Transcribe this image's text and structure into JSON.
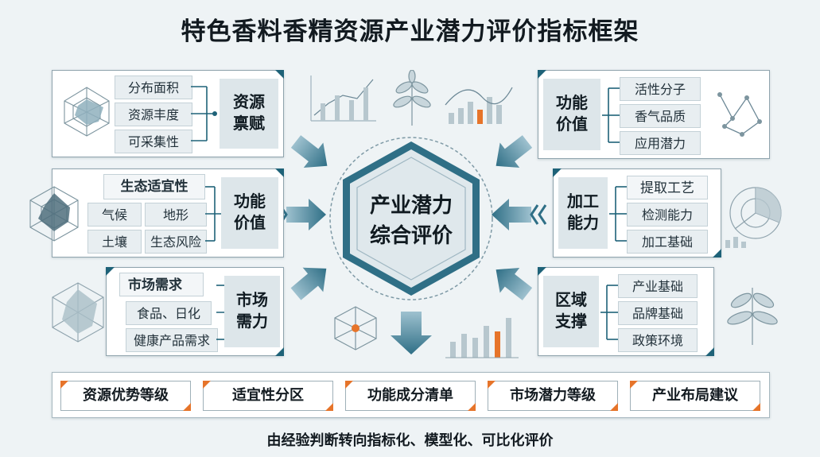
{
  "title": "特色香料香精资源产业潜力评价指标框架",
  "center": {
    "line1": "产业潜力",
    "line2": "综合评价"
  },
  "left_panels": [
    {
      "category": [
        "资源",
        "禀赋"
      ],
      "items": [
        "分布面积",
        "资源丰度",
        "可采集性"
      ]
    },
    {
      "category": [
        "功能",
        "价值"
      ],
      "header": "生态适宜性",
      "items": [
        "气候",
        "地形",
        "土壤",
        "生态风险"
      ]
    },
    {
      "category": [
        "市场",
        "需力"
      ],
      "header": "市场需求",
      "items": [
        "食品、日化",
        "健康产品需求"
      ]
    }
  ],
  "right_panels": [
    {
      "category": [
        "功能",
        "价值"
      ],
      "items": [
        "活性分子",
        "香气品质",
        "应用潜力"
      ]
    },
    {
      "category": [
        "加工",
        "能力"
      ],
      "items": [
        "提取工艺",
        "检测能力",
        "加工基础"
      ]
    },
    {
      "category": [
        "区域",
        "支撑"
      ],
      "items": [
        "产业基础",
        "品牌基础",
        "政策环境"
      ]
    }
  ],
  "outputs": [
    "资源优势等级",
    "适宜性分区",
    "功能成分清单",
    "市场潜力等级",
    "产业布局建议"
  ],
  "footer": "由经验判断转向指标化、模型化、可比化评价",
  "colors": {
    "accent": "#1e6278",
    "arrow": "#2f6f86",
    "output_corner": "#e6742a",
    "hex_fill": "#dfe8ec"
  }
}
